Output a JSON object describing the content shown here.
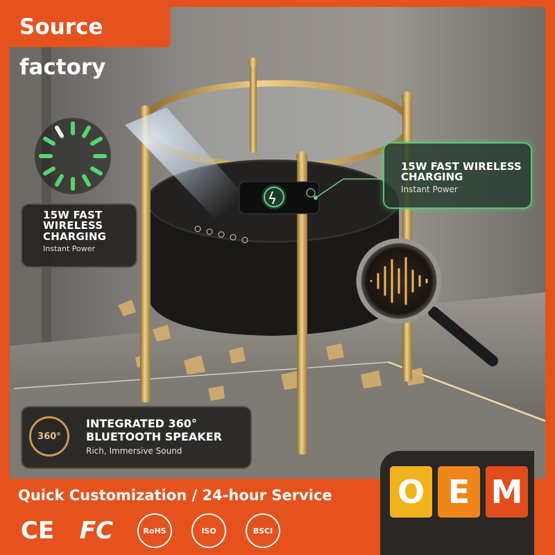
{
  "banner": {
    "source_label": "Source factory"
  },
  "callouts": {
    "left_charging": {
      "title": "15W FAST\nWIRELESS\nCHARGING",
      "subtitle": "Instant Power"
    },
    "right_charging": {
      "title": "15W FAST WIRELESS\nCHARGING",
      "subtitle": "Instant Power"
    },
    "speaker": {
      "badge": "360°",
      "title": "INTEGRATED 360°\nBLUETOOTH SPEAKER",
      "subtitle": "Rich, Immersive Sound"
    }
  },
  "bottom": {
    "slogan": "Quick Customization / 24-hour Service",
    "certifications": [
      "CE",
      "FC",
      "RoHS",
      "ISO",
      "BSCI"
    ]
  },
  "oem": {
    "letters": [
      "O",
      "E",
      "M"
    ]
  },
  "colors": {
    "brand_orange": "#e5521e",
    "gold": "#c99a55",
    "green_glow": "#5fc07b",
    "oem_o": "#f2b21e",
    "oem_e": "#f0851c",
    "oem_m": "#e24d1d"
  },
  "icons": [
    "charging-ring-icon",
    "phone-icon",
    "magnifier-icon",
    "soundwave-icon",
    "ce-mark-icon",
    "fc-mark-icon",
    "rohs-icon",
    "iso-icon",
    "bsci-icon"
  ]
}
